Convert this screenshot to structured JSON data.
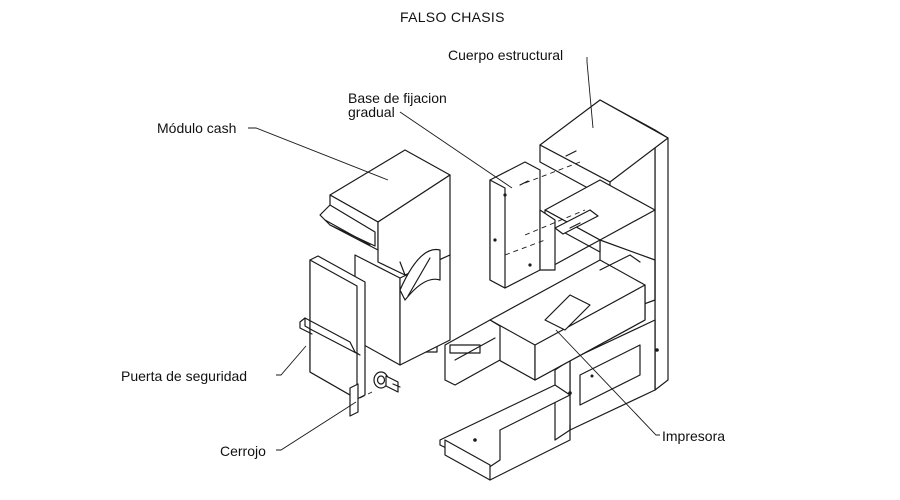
{
  "title": "FALSO CHASIS",
  "labels": {
    "cuerpo": "Cuerpo estructural",
    "base_line1": "Base de fijacion",
    "base_line2": "gradual",
    "modulo": "Módulo cash",
    "puerta": "Puerta de seguridad",
    "cerrojo": "Cerrojo",
    "impresora": "Impresora"
  }
}
